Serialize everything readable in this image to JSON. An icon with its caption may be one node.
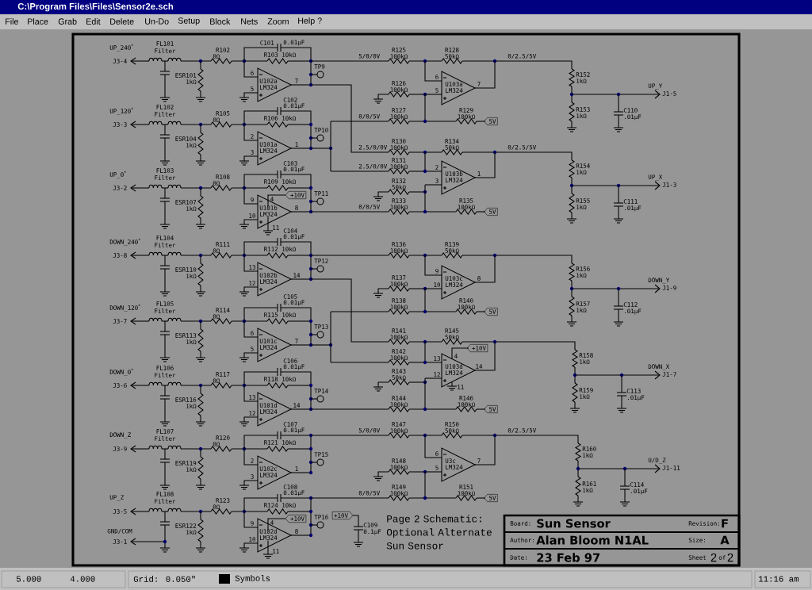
{
  "diagram": {
    "labels": [
      "C:\\Program Files\\Files\\Sensor2e.sch",
      "File",
      "Place",
      "Grab",
      "Edit",
      "Delete",
      "Un-Do",
      "Setup",
      "Block",
      "Nets",
      "Zoom",
      "Help ?",
      "UP_240$^{*}$",
      "J3-4",
      "FL101",
      "Filter",
      "R102",
      "0Ω",
      "ESR101",
      "1kΩ",
      "C101",
      "0.01µF",
      "R103",
      "10kΩ",
      "TP9",
      "U102a",
      "LM324",
      "6",
      "5",
      "7",
      "UP_120$^{*}$",
      "J3-3",
      "FL102",
      "Filter",
      "R105",
      "0Ω",
      "ESR104",
      "1kΩ",
      "C102",
      "0.01µF",
      "R106",
      "10kΩ",
      "TP10",
      "U101a",
      "LM324",
      "2",
      "3",
      "1",
      "UP_0$^{*}$",
      "J3-2",
      "FL103",
      "Filter",
      "R108",
      "0Ω",
      "ESR107",
      "1kΩ",
      "C103",
      "0.01µF",
      "R109",
      "10kΩ",
      "TP11",
      "U101b",
      "LM324",
      "9",
      "10",
      "8",
      "4",
      "+10V",
      "11",
      "DOWN_240$^{*}$",
      "J3-8",
      "FL104",
      "Filter",
      "R111",
      "0Ω",
      "ESR110",
      "1kΩ",
      "C104",
      "0.01µF",
      "R112",
      "10kΩ",
      "TP12",
      "U102b",
      "LM324",
      "13",
      "12",
      "14",
      "DOWN_120$^{*}$",
      "J3-7",
      "FL105",
      "Filter",
      "R114",
      "0Ω",
      "ESR113",
      "1kΩ",
      "C105",
      "0.01µF",
      "R115",
      "10kΩ",
      "TP13",
      "U101c",
      "LM324",
      "6",
      "5",
      "7",
      "DOWN_0$^{*}$",
      "J3-6",
      "FL106",
      "Filter",
      "R117",
      "0Ω",
      "ESR116",
      "1kΩ",
      "C106",
      "0.01µF",
      "R118",
      "10kΩ",
      "TP14",
      "U101d",
      "LM324",
      "13",
      "12",
      "14",
      "DOWN_Z",
      "J3-9",
      "FL107",
      "Filter",
      "R120",
      "0Ω",
      "ESR119",
      "1kΩ",
      "C107",
      "0.01µF",
      "R121",
      "10kΩ",
      "TP15",
      "U102c",
      "LM324",
      "2",
      "3",
      "1",
      "UP_Z",
      "J3-5",
      "FL108",
      "Filter",
      "R123",
      "0Ω",
      "ESR122",
      "1kΩ",
      "C108",
      "0.01µF",
      "R124",
      "10kΩ",
      "TP16",
      "U102d",
      "LM324",
      "9",
      "10",
      "8",
      "4",
      "+10V",
      "11",
      "GND/COM",
      "J3-1",
      "+10V",
      "C109",
      "0.1µF",
      "5/0/0V",
      "R125",
      "100kΩ",
      "R128",
      "50kΩ",
      "0/2.5/5V",
      "R126",
      "100kΩ",
      "0/0/5V",
      "R127",
      "100kΩ",
      "R129",
      "100kΩ",
      "5V",
      "U103a",
      "LM324",
      "6",
      "5",
      "7",
      "R152",
      "1kΩ",
      "R153",
      "1kΩ",
      "UP_Y",
      "J1-5",
      "C110",
      ".01µF",
      "2.5/0/0V",
      "R130",
      "100kΩ",
      "R134",
      "50kΩ",
      "0/2.5/5V",
      "2.5/0/0V",
      "R131",
      "100kΩ",
      "R132",
      "50kΩ",
      "0/0/5V",
      "R133",
      "100kΩ",
      "R135",
      "100kΩ",
      "5V",
      "U103b",
      "LM324",
      "2",
      "3",
      "1",
      "R154",
      "1kΩ",
      "R155",
      "1kΩ",
      "UP_X",
      "J1-3",
      "C111",
      ".01µF",
      "R136",
      "100kΩ",
      "R139",
      "50kΩ",
      "R137",
      "100kΩ",
      "R138",
      "100kΩ",
      "R140",
      "100kΩ",
      "5V",
      "U103c",
      "LM324",
      "9",
      "10",
      "8",
      "R156",
      "1kΩ",
      "R157",
      "1kΩ",
      "DOWN_Y",
      "J1-9",
      "C112",
      ".01µF",
      "R141",
      "100kΩ",
      "R145",
      "50kΩ",
      "R142",
      "100kΩ",
      "R143",
      "50kΩ",
      "R144",
      "100kΩ",
      "R146",
      "100kΩ",
      "5V",
      "U103d",
      "LM324",
      "13",
      "12",
      "14",
      "4",
      "+10V",
      "11",
      "R158",
      "1kΩ",
      "R159",
      "1kΩ",
      "DOWN_X",
      "J1-7",
      "C113",
      ".01µF",
      "5/0/0V",
      "R147",
      "100kΩ",
      "R150",
      "50kΩ",
      "0/2.5/5V",
      "R148",
      "100kΩ",
      "0/0/5V",
      "R149",
      "100kΩ",
      "R151",
      "100kΩ",
      "5V",
      "U3c",
      "LM324",
      "6",
      "5",
      "7",
      "R160",
      "1kΩ",
      "R161",
      "1kΩ",
      "U/D_Z",
      "J1-11",
      "C114",
      ".01µF",
      "Page 2 Schematic: Optional Alternate Sun Sensor",
      "Board:",
      "Sun Sensor",
      "Revision:",
      "F",
      "Author:",
      "Alan Bloom N1AL",
      "Size:",
      "A",
      "Date:",
      "23 Feb 97",
      "Sheet",
      "2",
      "of",
      "2",
      "5.000",
      "4.000",
      "Grid: 0.050\"",
      "11:16 am"
    ],
    "legend": [
      {
        "text": "Symbols",
        "color": "#000000"
      }
    ]
  }
}
